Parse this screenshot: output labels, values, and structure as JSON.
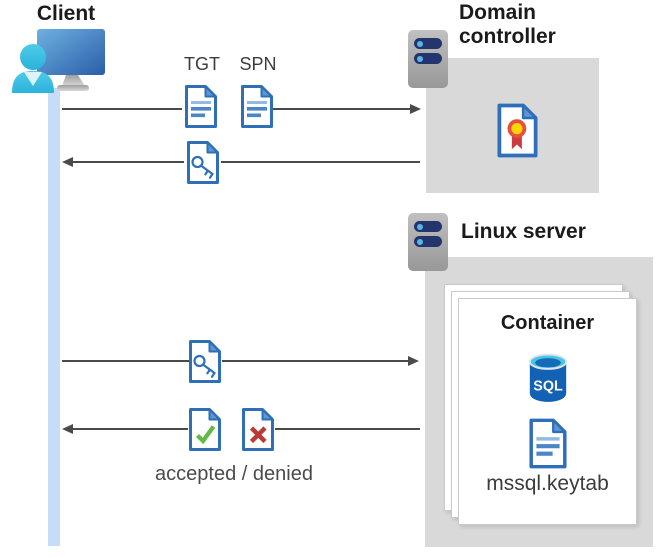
{
  "client": {
    "label": "Client"
  },
  "domain_controller": {
    "label_line1": "Domain",
    "label_line2": "controller"
  },
  "linux_server": {
    "label": "Linux server"
  },
  "container": {
    "title": "Container",
    "sql_badge": "SQL",
    "keytab_file": "mssql.keytab"
  },
  "flows": {
    "tgt_label": "TGT",
    "spn_label": "SPN",
    "result_label": "accepted / denied"
  },
  "icons": {
    "client": "user-monitor-icon",
    "domain_controller": "server-icon",
    "linux_server": "server-icon",
    "tgt_ticket": "document-icon",
    "spn_ticket": "document-icon",
    "service_ticket": "key-document-icon",
    "certificate": "certificate-document-icon",
    "accepted": "check-document-icon",
    "denied": "cross-document-icon",
    "database": "sql-database-icon",
    "keytab": "document-icon"
  },
  "colors": {
    "document_blue": "#2E6FB8",
    "box_gray": "#D9D9D9",
    "client_timeline_blue": "#C5DDF6",
    "arrow_gray": "#4A4A4A",
    "check_green": "#62BA47",
    "cross_red": "#BC3A34",
    "cert_gold": "#FFD400",
    "cert_ribbon_red": "#CE3C3C",
    "sql_body_blue": "#1261B4",
    "sql_top_cyan": "#4AC6E4",
    "server_bar_navy": "#24356E",
    "person_cyan": "#3FC1E3",
    "monitor_blue": "#2B5FA8"
  }
}
